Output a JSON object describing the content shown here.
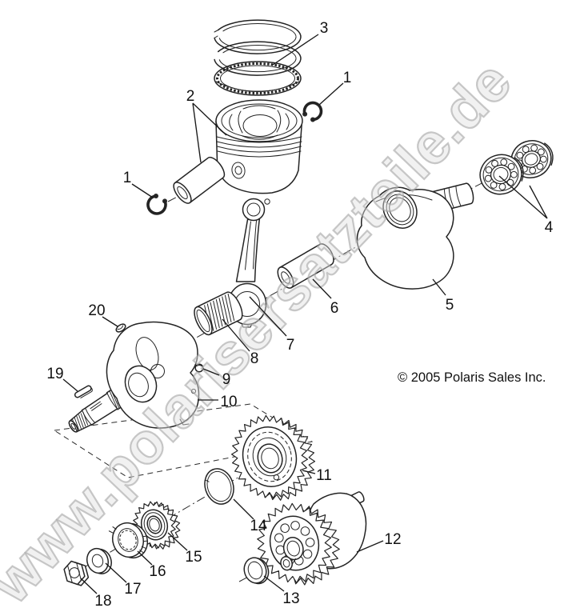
{
  "notes": {
    "watermark": "www.polarisersatzteile.de",
    "copyright": "© 2005 Polaris Sales Inc."
  },
  "callouts": {
    "circlip_right": "1",
    "circlip_left": "1",
    "piston": "2",
    "piston_rings": "3",
    "bearings": "4",
    "crank_half_right": "5",
    "crank_pin": "6",
    "connecting_rod": "7",
    "needle_bearing": "8",
    "bolt": "9",
    "crank_half_left": "10",
    "drive_gear": "11",
    "balance_shaft": "12",
    "thrust_washer": "13",
    "snap_ring": "14",
    "balance_gear": "15",
    "lock_nut": "16",
    "washer": "17",
    "nut": "18",
    "key": "19",
    "pin": "20"
  }
}
